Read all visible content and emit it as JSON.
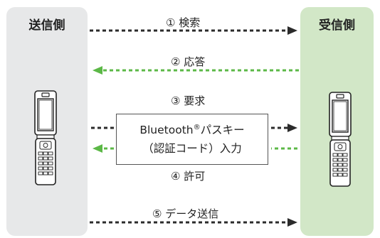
{
  "sender": {
    "title": "送信側"
  },
  "receiver": {
    "title": "受信側"
  },
  "steps": {
    "search": "① 検索",
    "response": "② 応答",
    "request": "③ 要求",
    "permit": "④ 許可",
    "transfer": "⑤ データ送信"
  },
  "pin_box": {
    "line1_prefix": "Bluetooth",
    "line1_mark": "®",
    "line1_suffix": "パスキー",
    "line2": "（認証コード）入力"
  },
  "colors": {
    "sender_panel": "#e7e8e9",
    "receiver_panel": "#d2e7c7",
    "arrow_dark": "#2b2b2b",
    "arrow_green": "#5cb847"
  }
}
